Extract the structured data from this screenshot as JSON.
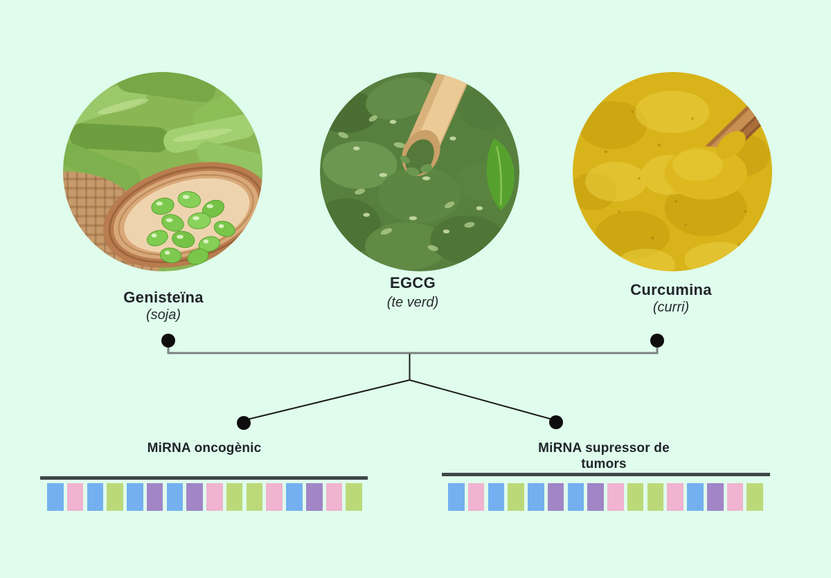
{
  "palette": {
    "background": "#dffcec",
    "text": "#20242a",
    "connector_gray": "#7b8280",
    "connector_black": "#1a1a1a",
    "dot": "#0d0d0d",
    "bar": "#3f4647",
    "block_colors": {
      "blue": "#74b0f0",
      "pink": "#f0b3d0",
      "green": "#bcd97a",
      "purple": "#a185c6"
    }
  },
  "compounds": [
    {
      "name": "Genisteïna",
      "source": "(soja)",
      "photo": "soybeans-photo"
    },
    {
      "name": "EGCG",
      "source": "(te verd)",
      "photo": "green-tea-photo"
    },
    {
      "name": "Curcumina",
      "source": "(curri)",
      "photo": "curcumin-photo"
    }
  ],
  "targets": [
    {
      "label": "MiRNA oncogènic",
      "sequence": [
        "blue",
        "pink",
        "blue",
        "green",
        "blue",
        "purple",
        "blue",
        "purple",
        "pink",
        "green",
        "green",
        "pink",
        "blue",
        "purple",
        "pink",
        "green"
      ]
    },
    {
      "label": "MiRNA supressor de tumors",
      "sequence": [
        "blue",
        "pink",
        "blue",
        "green",
        "blue",
        "purple",
        "blue",
        "purple",
        "pink",
        "green",
        "green",
        "pink",
        "blue",
        "purple",
        "pink",
        "green"
      ]
    }
  ]
}
